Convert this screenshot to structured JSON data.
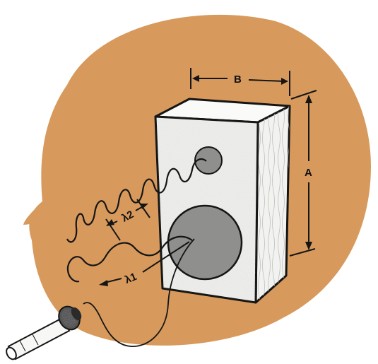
{
  "diagram": {
    "labels": {
      "width": "B",
      "height": "A",
      "wavelength_long": "λ1",
      "wavelength_short": "λ2"
    },
    "colors": {
      "background_disc": "#d79a5c",
      "cabinet_front": "#ececea",
      "cabinet_side": "#f2f2f0",
      "cabinet_top": "#fafaf8",
      "speaker_cone": "#8f8f8d",
      "outline": "#151515"
    },
    "parts": [
      "speaker-cabinet",
      "woofer",
      "tweeter",
      "microphone",
      "sound-wave-short",
      "sound-wave-long"
    ]
  }
}
